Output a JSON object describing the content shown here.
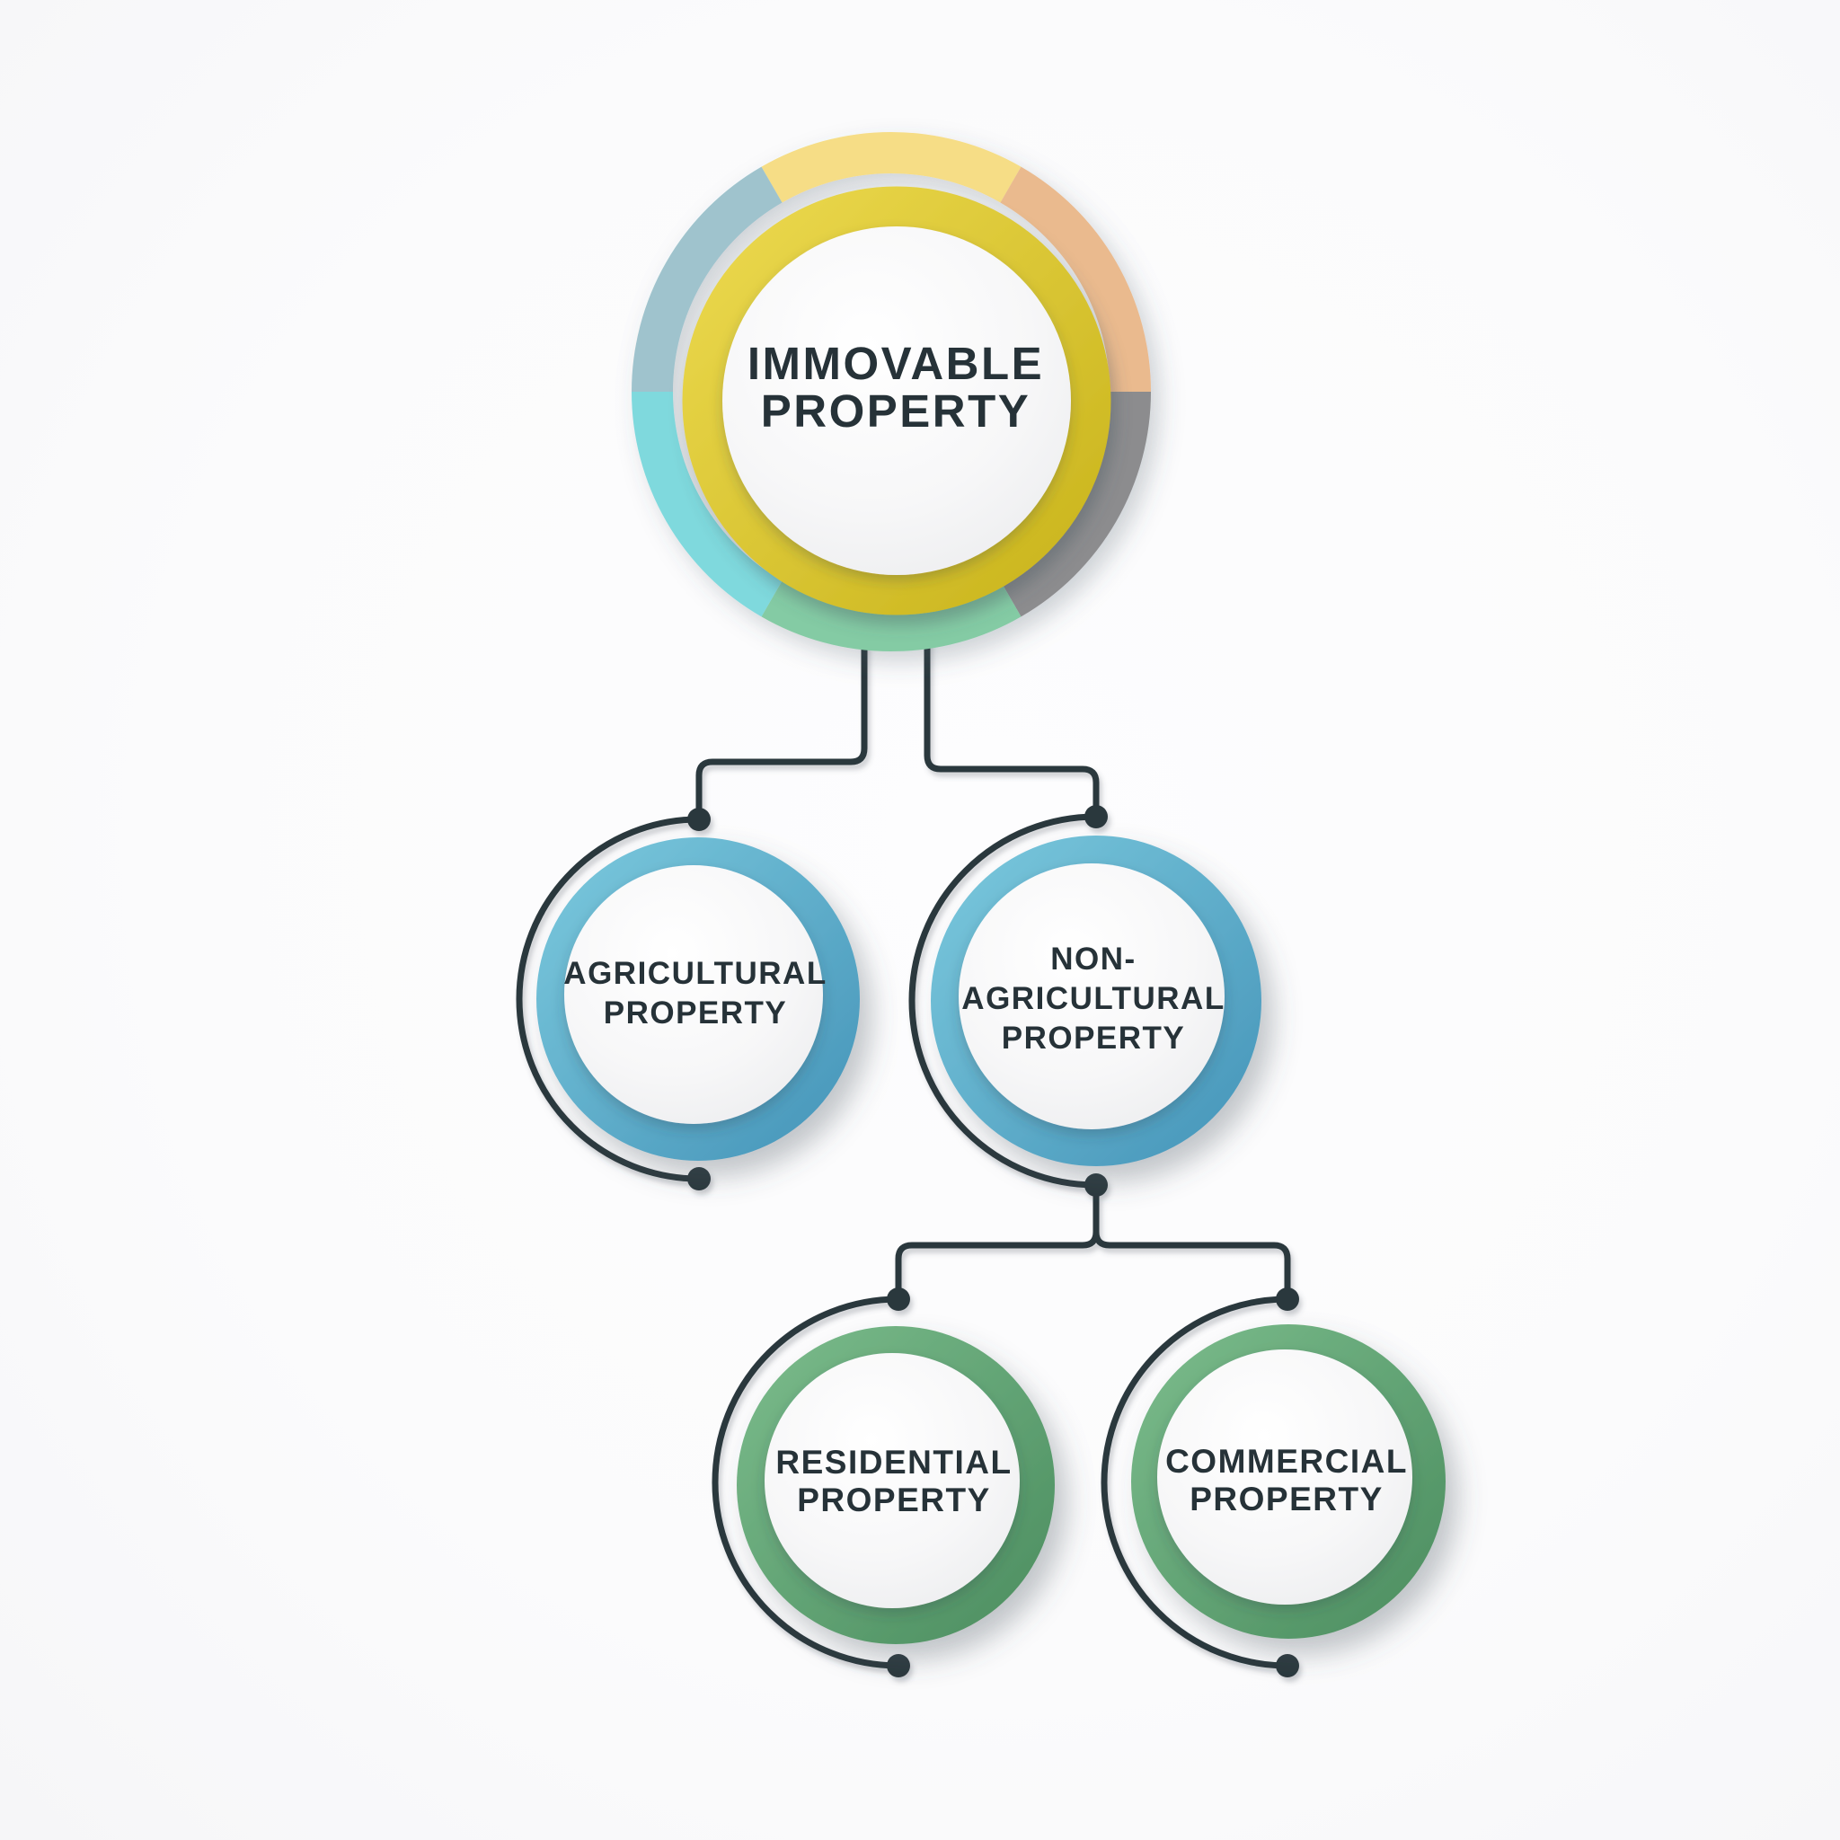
{
  "diagram_type": "hierarchy-infographic",
  "palette": {
    "background": "#fbfbfc",
    "connector_line": "#2b373d",
    "label_text": "#263238",
    "root_ring_yellow": "#ddc72e",
    "child_ring_blue": "#5fb2d1",
    "child_ring_green": "#61a876",
    "inner_circle_fill": "#f7f7f9",
    "root_segments": {
      "light_yellow": "#f6dd86",
      "peach": "#eaba8e",
      "gray": "#8c8c8e",
      "teal_green": "#84cba4",
      "cyan": "#7fd9dd",
      "blue_gray": "#9fc3cd"
    }
  },
  "nodes": {
    "root": {
      "id": "immovable-property",
      "label": "IMMOVABLE PROPERTY",
      "lines": [
        "IMMOVABLE",
        "PROPERTY"
      ],
      "ring": "yellow-with-segmented-outer-ring"
    },
    "level2": [
      {
        "id": "agricultural-property",
        "label": "AGRICULTURAL PROPERTY",
        "lines": [
          "AGRICULTURAL",
          "PROPERTY"
        ],
        "ring": "blue"
      },
      {
        "id": "non-agricultural-property",
        "label": "NON-AGRICULTURAL PROPERTY",
        "lines": [
          "NON-",
          "AGRICULTURAL",
          "PROPERTY"
        ],
        "ring": "blue"
      }
    ],
    "level3": [
      {
        "id": "residential-property",
        "label": "RESIDENTIAL PROPERTY",
        "lines": [
          "RESIDENTIAL",
          "PROPERTY"
        ],
        "ring": "green"
      },
      {
        "id": "commercial-property",
        "label": "COMMERCIAL PROPERTY",
        "lines": [
          "COMMERCIAL",
          "PROPERTY"
        ],
        "ring": "green"
      }
    ],
    "edges": [
      "immovable-property -> agricultural-property",
      "immovable-property -> non-agricultural-property",
      "non-agricultural-property -> residential-property",
      "non-agricultural-property -> commercial-property"
    ]
  }
}
